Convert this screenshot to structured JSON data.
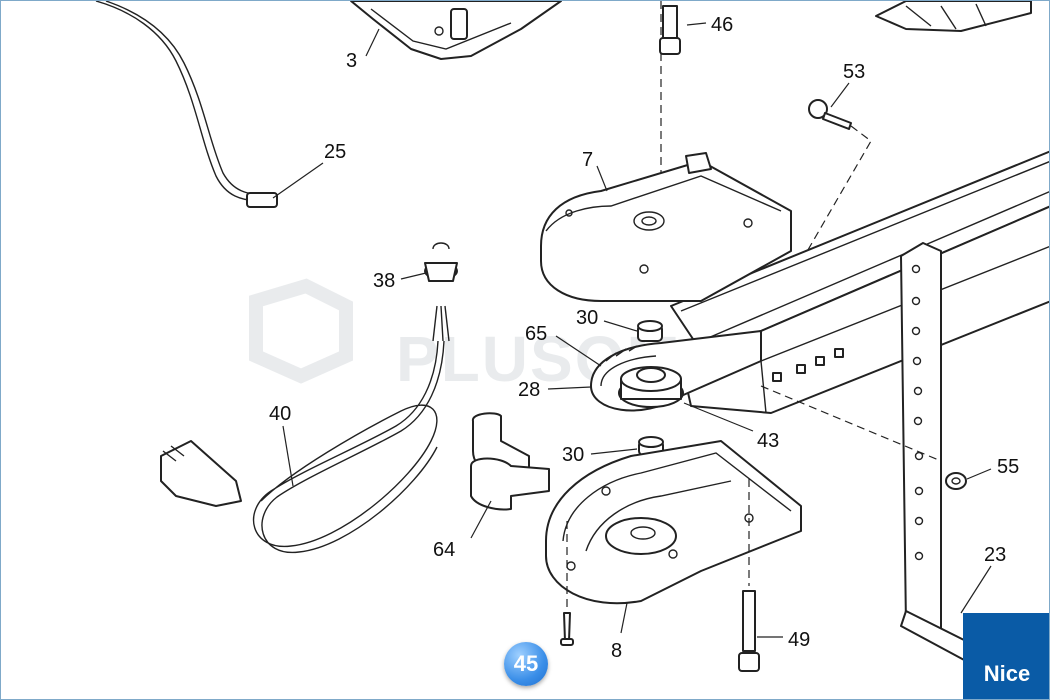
{
  "diagram": {
    "part_labels": {
      "p3": "3",
      "p25": "25",
      "p38": "38",
      "p40": "40",
      "p64": "64",
      "p65": "65",
      "p28": "28",
      "p30a": "30",
      "p30b": "30",
      "p7": "7",
      "p46": "46",
      "p53": "53",
      "p43": "43",
      "p55": "55",
      "p23": "23",
      "p8": "8",
      "p49": "49",
      "p45": "45"
    },
    "watermark": "PLUSOM",
    "brand": "Nice",
    "accent_color": "#0a5ba6",
    "badge_color": "#3a8ee8"
  }
}
